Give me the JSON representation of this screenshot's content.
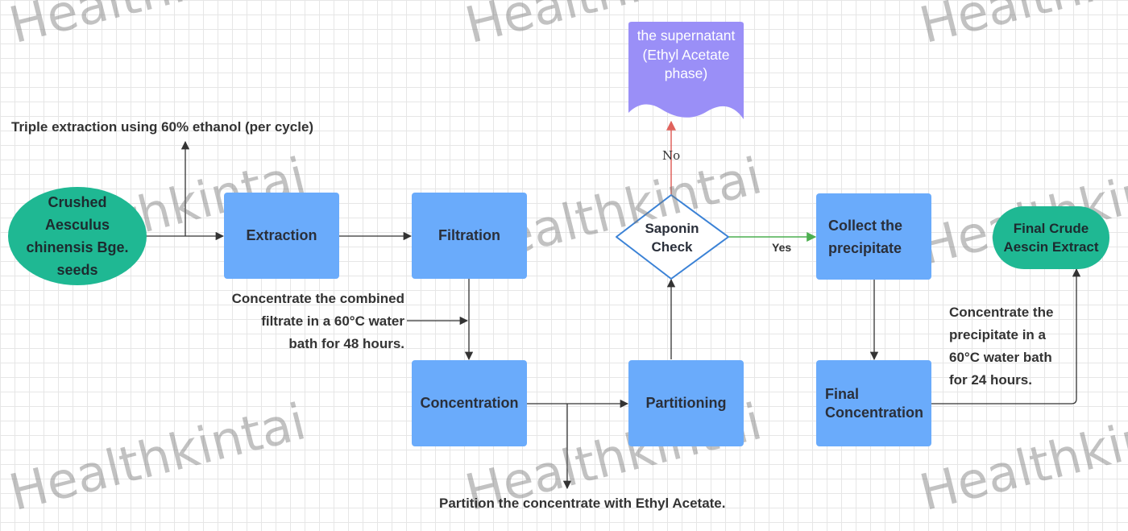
{
  "nodes": {
    "crushed_seeds": "Crushed Aesculus chinensis Bge. seeds",
    "extraction": "Extraction",
    "filtration": "Filtration",
    "concentration": "Concentration",
    "partitioning": "Partitioning",
    "saponin_check": "Saponin Check",
    "supernatant": "the supernatant (Ethyl Acetate phase)",
    "collect_precipitate": "Collect the precipitate",
    "final_concentration": "Final Concentration",
    "final_crude": "Final Crude Aescin Extract"
  },
  "notes": {
    "triple_extraction": "Triple extraction using 60% ethanol (per cycle)",
    "concentrate_filtrate": "Concentrate the combined\nfiltrate in a 60°C water\nbath for 48 hours.",
    "concentrate_precipitate": "Concentrate the\nprecipitate in a\n60°C water bath\nfor 24 hours.",
    "partition_note": "Partition the concentrate with Ethyl Acetate."
  },
  "edge_labels": {
    "no": "No",
    "yes": "Yes"
  },
  "watermark": "Healthkintai",
  "colors": {
    "process": "#6aabfb",
    "terminal": "#1fb893",
    "supernatant": "#9a8ff7",
    "decision_border": "#3b82d6",
    "arrow": "#333333",
    "yes_arrow": "#4caf50",
    "no_arrow": "#e0625c"
  }
}
